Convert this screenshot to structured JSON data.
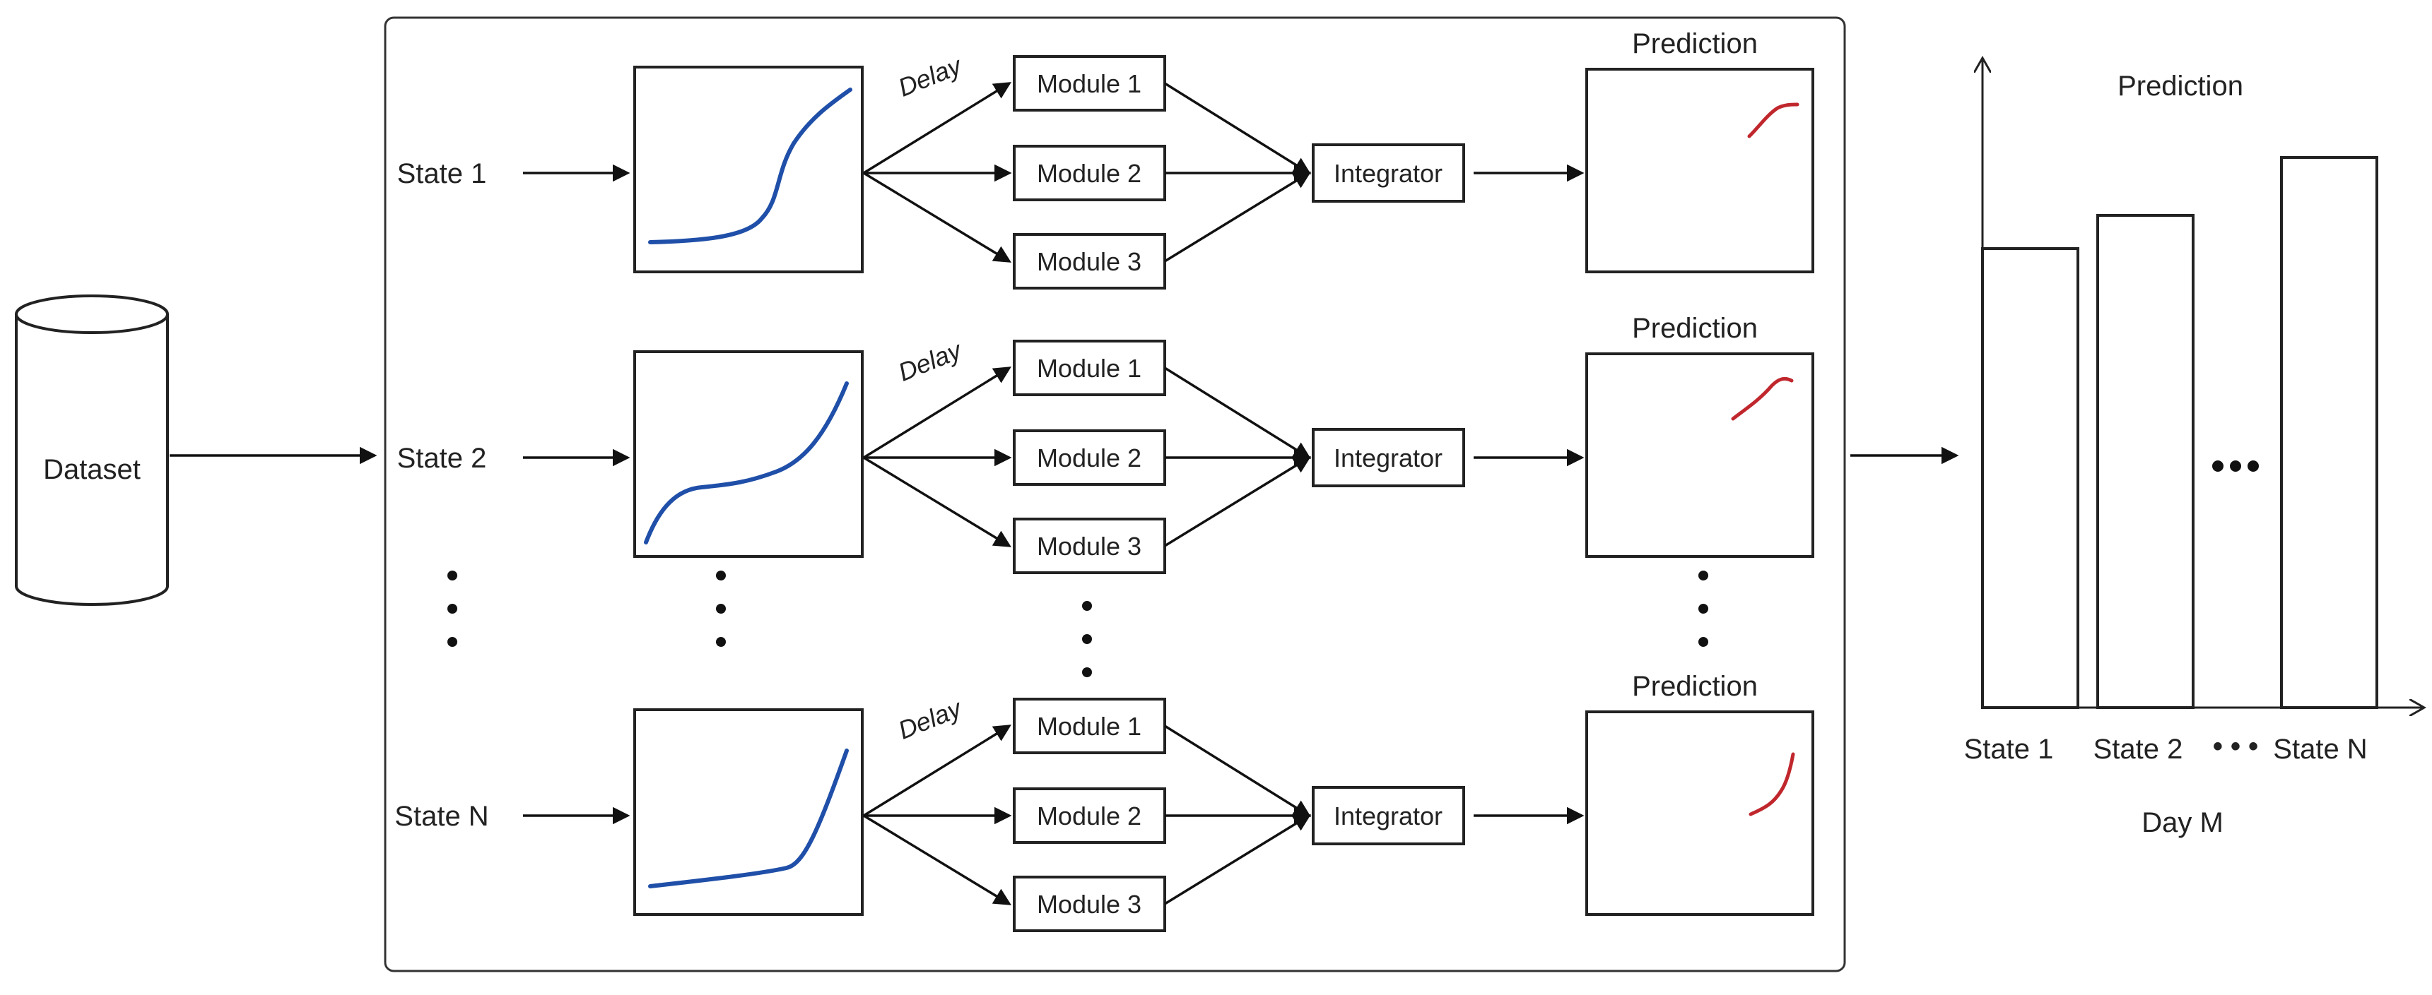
{
  "colors": {
    "input_curve": "#1f4fa8",
    "prediction_curve": "#c0272d"
  },
  "dataset": {
    "label": "Dataset"
  },
  "pipeline": {
    "rows": [
      {
        "state": "State 1",
        "delay": "Delay",
        "modules": [
          "Module 1",
          "Module 2",
          "Module 3"
        ],
        "integrator": "Integrator",
        "prediction_title": "Prediction"
      },
      {
        "state": "State 2",
        "delay": "Delay",
        "modules": [
          "Module 1",
          "Module 2",
          "Module 3"
        ],
        "integrator": "Integrator",
        "prediction_title": "Prediction"
      },
      {
        "state": "State N",
        "delay": "Delay",
        "modules": [
          "Module 1",
          "Module 2",
          "Module 3"
        ],
        "integrator": "Integrator",
        "prediction_title": "Prediction"
      }
    ]
  },
  "output_chart": {
    "title": "Prediction",
    "categories": [
      "State 1",
      "State 2",
      "State N"
    ],
    "ellipsis": "• • •",
    "xlabel": "Day M"
  }
}
